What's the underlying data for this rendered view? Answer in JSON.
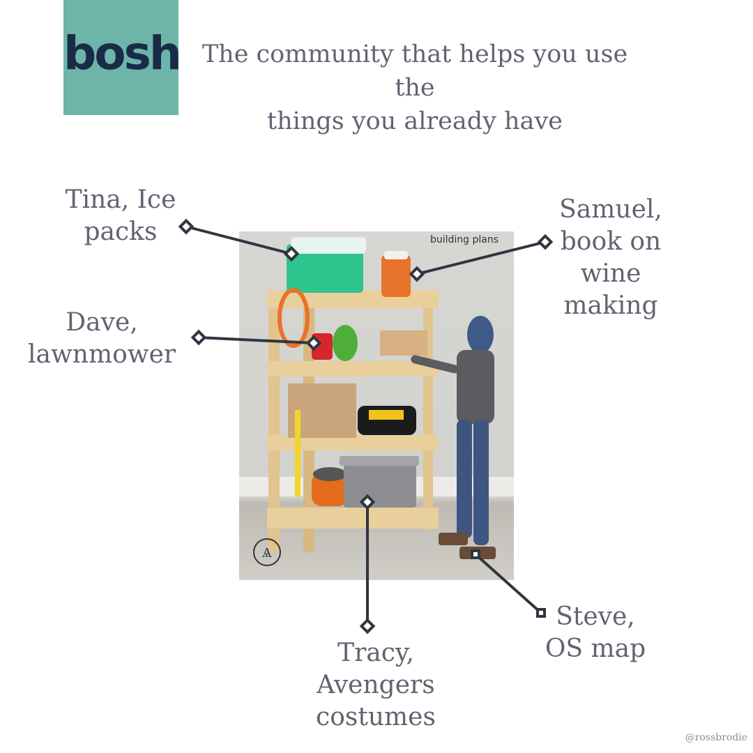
{
  "logo": {
    "text": "bosh"
  },
  "tagline": {
    "line1": "The community that helps you use the",
    "line2": "things you already have"
  },
  "photo": {
    "caption": "building plans",
    "mark": "Ѧ"
  },
  "labels": {
    "tina": {
      "line1": "Tina, Ice",
      "line2": "packs"
    },
    "samuel": {
      "line1": "Samuel,",
      "line2": "book on",
      "line3": "wine",
      "line4": "making"
    },
    "dave": {
      "line1": "Dave,",
      "line2": "lawnmower"
    },
    "tracy": {
      "line1": "Tracy,",
      "line2": "Avengers",
      "line3": "costumes"
    },
    "steve": {
      "line1": "Steve,",
      "line2": "OS map"
    }
  },
  "credit": "@rossbrodie",
  "colors": {
    "logo_bg": "#6db5a9",
    "logo_text": "#1a2b48",
    "connector": "#2e3640",
    "text": "#5f6470"
  }
}
